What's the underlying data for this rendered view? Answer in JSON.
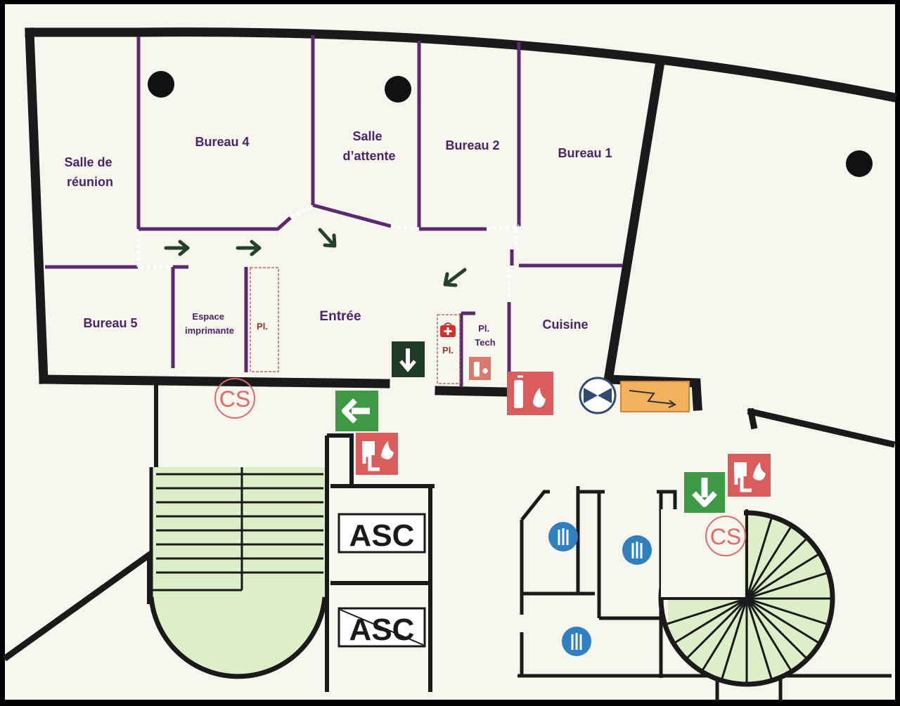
{
  "rooms": {
    "salle_reunion": [
      "Salle de",
      "réunion"
    ],
    "bureau_4": "Bureau 4",
    "salle_attente": [
      "Salle",
      "d’attente"
    ],
    "bureau_2": "Bureau 2",
    "bureau_1": "Bureau 1",
    "bureau_5": "Bureau 5",
    "espace_imprimante": [
      "Espace",
      "imprimante"
    ],
    "placard_1": "Pl.",
    "entree": "Entrée",
    "placard_2": "Pl.",
    "placard_tech": [
      "Pl.",
      "Tech"
    ],
    "cuisine": "Cuisine"
  },
  "lifts": [
    "ASC",
    "ASC"
  ],
  "cs_markers": [
    "CS",
    "CS"
  ],
  "colors": {
    "wall": "#1a1a1a",
    "partition": "#5b2a6e",
    "label": "#4a2466",
    "exit_green": "#3c9a45",
    "exit_dark": "#1c3a25",
    "fire_red": "#d9534f",
    "stair_fill": "#ddefc8",
    "wc_blue": "#2f7fc1",
    "electrical": "#f2b25e"
  },
  "icons": {
    "evacuation_arrow": "arrow-icon",
    "exit_sign": "emergency-exit-icon",
    "fire_alarm": "fire-alarm-icon",
    "extinguisher": "fire-extinguisher-icon",
    "first_aid": "first-aid-icon",
    "wc": "wc-icon",
    "valve": "valve-icon",
    "electrical": "electrical-panel-icon",
    "column": "column-icon"
  }
}
